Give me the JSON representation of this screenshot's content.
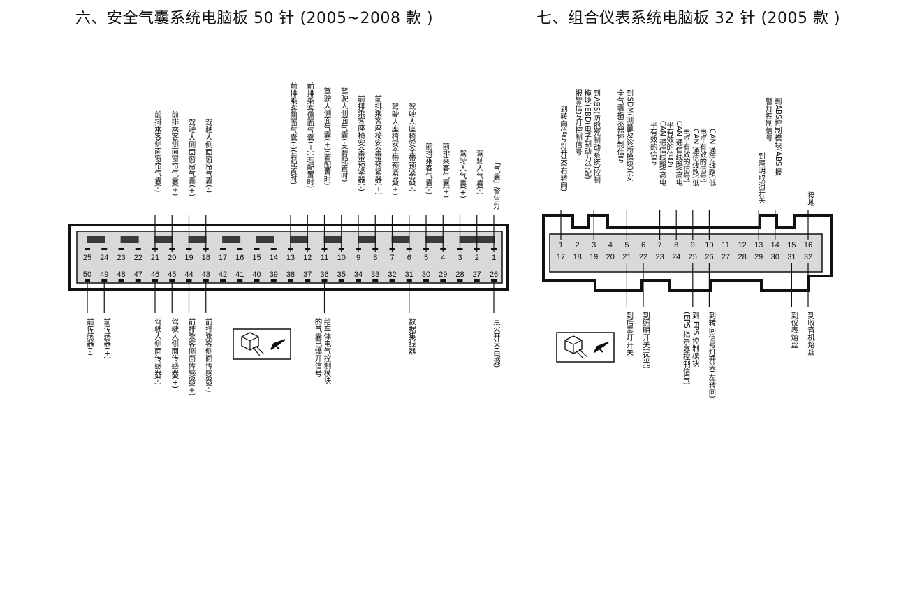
{
  "left": {
    "title": "六、安全气囊系统电脑板 50 针 (2005~2008 款 )",
    "row_top": [
      "25",
      "24",
      "23",
      "22",
      "21",
      "20",
      "19",
      "18",
      "17",
      "16",
      "15",
      "14",
      "13",
      "12",
      "11",
      "10",
      "9",
      "8",
      "7",
      "6",
      "5",
      "4",
      "3",
      "2",
      "1"
    ],
    "row_bottom": [
      "50",
      "49",
      "48",
      "47",
      "46",
      "45",
      "44",
      "43",
      "42",
      "41",
      "40",
      "39",
      "38",
      "37",
      "36",
      "35",
      "34",
      "33",
      "32",
      "31",
      "30",
      "29",
      "28",
      "27",
      "26"
    ],
    "top_labels": [
      {
        "pin": "21",
        "lines": [
          "前排乘客侧面窗帘气囊(-)"
        ]
      },
      {
        "pin": "20",
        "lines": [
          "前排乘客侧面窗帘气囊(+)"
        ]
      },
      {
        "pin": "19",
        "lines": [
          "驾驶人侧面窗帘气囊(+)"
        ]
      },
      {
        "pin": "18",
        "lines": [
          "驾驶人侧面窗帘气囊(-)"
        ]
      },
      {
        "pin": "13",
        "lines": [
          "前排乘客侧面气囊(-)(若配置时)"
        ]
      },
      {
        "pin": "12",
        "lines": [
          "前排乘客侧面气囊(+)(若配置时)"
        ]
      },
      {
        "pin": "11",
        "lines": [
          "驾驶人侧面气囊(+)(若配置时)"
        ]
      },
      {
        "pin": "10",
        "lines": [
          "驾驶人侧面气囊(-)(若配置时)"
        ]
      },
      {
        "pin": "9",
        "lines": [
          "前排乘客座椅安全带预紧器(-)"
        ]
      },
      {
        "pin": "8",
        "lines": [
          "前排乘客座椅安全带预紧器(+)"
        ]
      },
      {
        "pin": "7",
        "lines": [
          "驾驶人座椅安全带预紧器(+)"
        ]
      },
      {
        "pin": "6",
        "lines": [
          "驾驶人座椅安全带预紧器(-)"
        ]
      },
      {
        "pin": "5",
        "lines": [
          "前排乘客气囊(-)"
        ]
      },
      {
        "pin": "4",
        "lines": [
          "前排乘客气囊(+)"
        ]
      },
      {
        "pin": "3",
        "lines": [
          "驾驶人气囊(+)"
        ]
      },
      {
        "pin": "2",
        "lines": [
          "驾驶人气囊(-)"
        ]
      },
      {
        "pin": "1",
        "lines": [
          "「气囊」警告灯"
        ]
      }
    ],
    "bottom_labels": [
      {
        "pin": "50",
        "lines": [
          "前传感器(-)"
        ]
      },
      {
        "pin": "49",
        "lines": [
          "前传感器(+)"
        ]
      },
      {
        "pin": "46",
        "lines": [
          "驾驶人侧面传感器(-)"
        ]
      },
      {
        "pin": "45",
        "lines": [
          "驾驶人侧面传感器(+)"
        ]
      },
      {
        "pin": "44",
        "lines": [
          "前排乘客侧面传感器(+)"
        ]
      },
      {
        "pin": "43",
        "lines": [
          "前排乘客侧面传感器(-)"
        ]
      },
      {
        "pin": "36",
        "lines": [
          "给车体电气控制模块",
          "的气囊已爆开信号"
        ]
      },
      {
        "pin": "31",
        "lines": [
          "数据集线器"
        ]
      },
      {
        "pin": "26",
        "lines": [
          "点火开关(电源)"
        ]
      }
    ]
  },
  "right": {
    "title": "七、组合仪表系统电脑板 32 针 (2005 款 )",
    "row_top": [
      "1",
      "2",
      "3",
      "4",
      "5",
      "6",
      "7",
      "8",
      "9",
      "10",
      "11",
      "12",
      "13",
      "14",
      "15",
      "16"
    ],
    "row_bottom": [
      "17",
      "18",
      "19",
      "20",
      "21",
      "22",
      "23",
      "24",
      "25",
      "26",
      "27",
      "28",
      "29",
      "30",
      "31",
      "32"
    ],
    "top_labels": [
      {
        "pin": "1",
        "lines": [
          "到转向信号灯开关(右转向)"
        ]
      },
      {
        "pin": "3",
        "lines": [
          "到ABS(防抱死制动系统)控制",
          "模块(EBD(电子制动力分配)",
          "报警信号灯控制信号"
        ]
      },
      {
        "pin": "5",
        "lines": [
          "到SDM(测量及诊断模块)(安",
          "全气囊指示器控制信号"
        ]
      },
      {
        "pin": "7",
        "lines": [
          "CAN 通信线路(高电",
          "平有效的信号"
        ]
      },
      {
        "pin": "8",
        "lines": [
          "CAN 通信线路(高电",
          "平有效的信号)"
        ]
      },
      {
        "pin": "9",
        "lines": [
          "CAN 通信线路(低",
          "电平有效的信号)"
        ]
      },
      {
        "pin": "10",
        "lines": [
          "CAN 通信线路(低",
          "电平有效的信号)"
        ]
      },
      {
        "pin": "13",
        "lines": [
          "到照明取消开关"
        ]
      },
      {
        "pin": "14",
        "lines": [
          "到ABS控制模块(ABS 报",
          "警灯控制信号"
        ]
      },
      {
        "pin": "16",
        "lines": [
          "接地"
        ]
      }
    ],
    "bottom_labels": [
      {
        "pin": "21",
        "lines": [
          "到后雾灯开关"
        ]
      },
      {
        "pin": "22",
        "lines": [
          "到照明开关(远光)"
        ]
      },
      {
        "pin": "25",
        "lines": [
          "到 EPS 控制模块",
          "(EPS 指示器控制信号)"
        ]
      },
      {
        "pin": "26",
        "lines": [
          "到转向信号灯开关(左转向)"
        ]
      },
      {
        "pin": "31",
        "lines": [
          "到仪表熔丝"
        ]
      },
      {
        "pin": "32",
        "lines": [
          "到收音机熔丝"
        ]
      }
    ]
  }
}
